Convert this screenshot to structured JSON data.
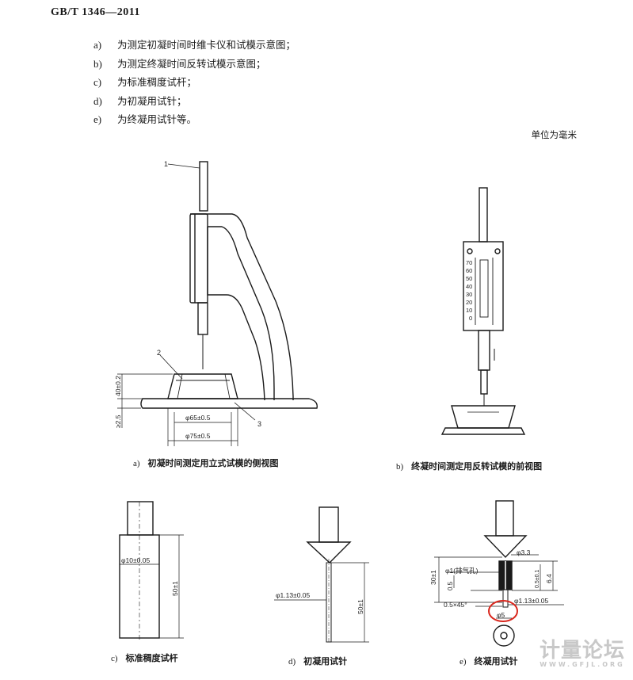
{
  "header": {
    "standard_number": "GB/T 1346—2011"
  },
  "items": [
    {
      "label": "a)",
      "text": "为测定初凝时间时维卡仪和试模示意图；"
    },
    {
      "label": "b)",
      "text": "为测定终凝时间反转试模示意图；"
    },
    {
      "label": "c)",
      "text": "为标准稠度试杆；"
    },
    {
      "label": "d)",
      "text": "为初凝用试针；"
    },
    {
      "label": "e)",
      "text": "为终凝用试针等。"
    }
  ],
  "unit_note": "单位为毫米",
  "figures": {
    "a": {
      "caption_label": "a)",
      "caption": "初凝时间测定用立式试模的侧视图",
      "callouts": [
        "1",
        "2",
        "3"
      ],
      "dims": {
        "height": "40±0.2",
        "base": "≥2.5",
        "inner_dia": "φ65±0.5",
        "outer_dia": "φ75±0.5"
      }
    },
    "b": {
      "caption_label": "b)",
      "caption": "终凝时间测定用反转试模的前视图",
      "scale": [
        "70",
        "60",
        "50",
        "40",
        "30",
        "20",
        "10",
        "0"
      ]
    },
    "c": {
      "caption_label": "c)",
      "caption": "标准稠度试杆",
      "dims": {
        "dia": "φ10±0.05",
        "length": "50±1"
      }
    },
    "d": {
      "caption_label": "d)",
      "caption": "初凝用试针",
      "dims": {
        "dia": "φ1.13±0.05",
        "length": "50±1"
      }
    },
    "e": {
      "caption_label": "e)",
      "caption": "终凝用试针",
      "dims": {
        "top_dia": "φ3.3",
        "vent": "φ1(排气孔)",
        "length": "30±1",
        "gap": "0.5",
        "chamfer": "0.5×45°",
        "needle_dia": "φ1.13±0.05",
        "ring_dia": "φ5",
        "h1": "6.4",
        "h2": "0.5±0.1"
      }
    }
  },
  "watermark": {
    "text": "计量论坛",
    "sub": "WWW.GFJL.ORG"
  },
  "colors": {
    "ink": "#1a1a1a",
    "highlight_circle": "#d9261c",
    "watermark": "#c8c8c8"
  }
}
